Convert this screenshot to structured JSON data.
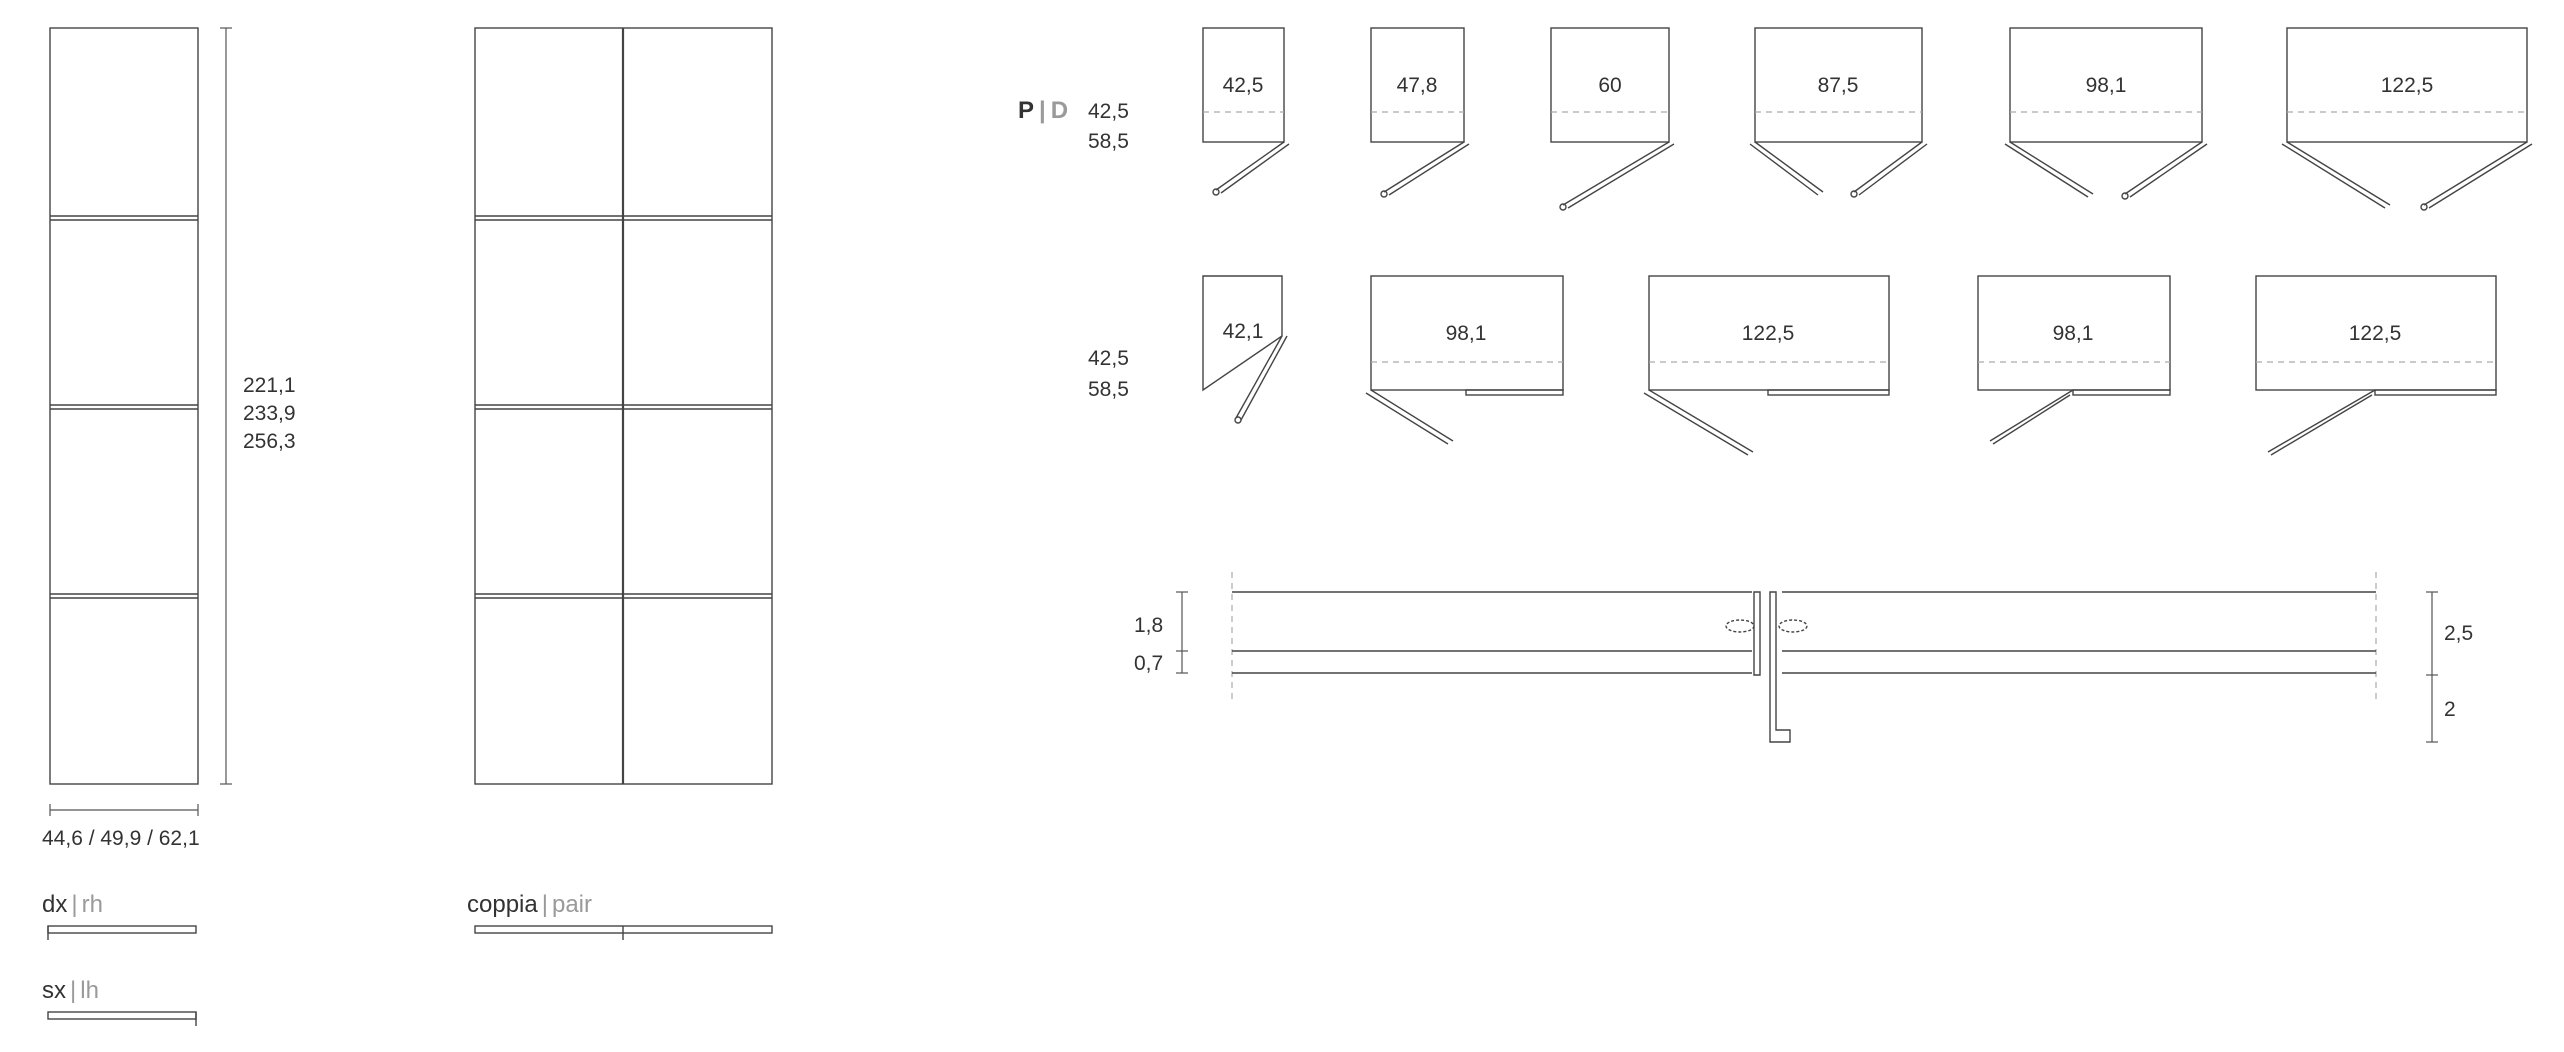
{
  "single_door": {
    "heights": [
      "221,1",
      "233,9",
      "256,3"
    ],
    "widths": "44,6 / 49,9 / 62,1",
    "right_label": "dx",
    "right_label_en": "rh",
    "left_label": "sx",
    "left_label_en": "lh",
    "separator": "|"
  },
  "pair_door": {
    "label": "coppia",
    "label_en": "pair"
  },
  "plan_views": {
    "code_p": "P",
    "code_sep": "|",
    "code_d": "D",
    "depths_row1": [
      "42,5",
      "58,5"
    ],
    "depths_row2": [
      "42,5",
      "58,5"
    ],
    "row1_widths": [
      "42,5",
      "47,8",
      "60",
      "87,5",
      "98,1",
      "122,5"
    ],
    "row2_widths": [
      "42,1",
      "98,1",
      "122,5",
      "98,1",
      "122,5"
    ]
  },
  "section_detail": {
    "left_dims": [
      "1,8",
      "0,7"
    ],
    "right_dims": [
      "2,5",
      "2"
    ]
  }
}
